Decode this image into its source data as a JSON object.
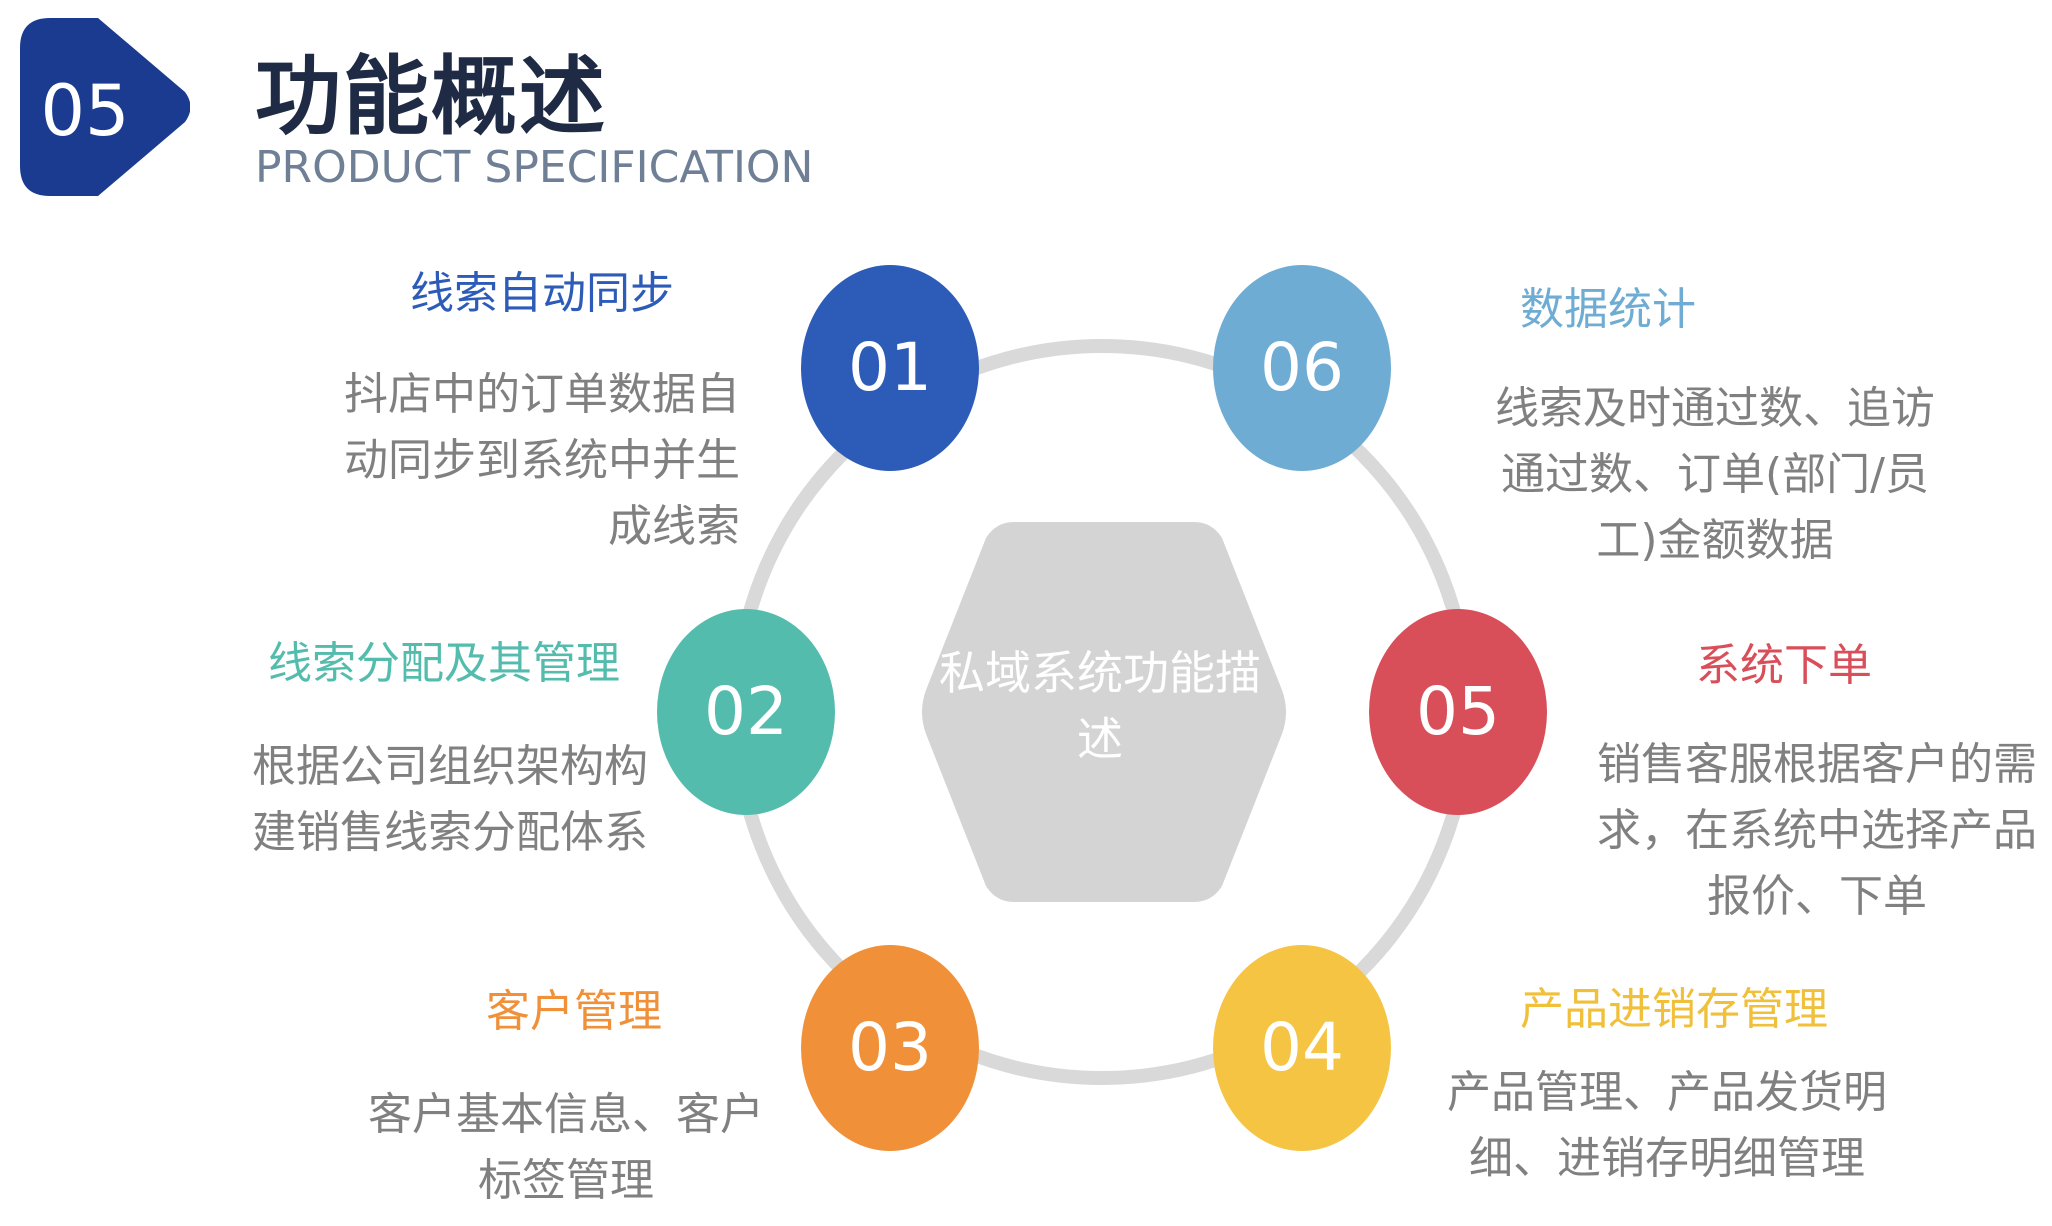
{
  "header": {
    "badge_number": "05",
    "title": "功能概述",
    "subtitle": "PRODUCT SPECIFICATION"
  },
  "colors": {
    "badge": "#1a3b8f",
    "ring": "#d9d9d9",
    "hexagon": "#d4d4d4",
    "node_01": "#2c5bb8",
    "node_02": "#53bcad",
    "node_03": "#f0913a",
    "node_04": "#f6c443",
    "node_05": "#d84e59",
    "node_06": "#6eacd3",
    "description_text": "#808080"
  },
  "center_label": "私域系统功能描述",
  "nodes": [
    {
      "number": "01",
      "title": "线索自动同步",
      "description": "抖店中的订单数据自动同步到系统中并生成线索"
    },
    {
      "number": "02",
      "title": "线索分配及其管理",
      "description": "根据公司组织架构构建销售线索分配体系"
    },
    {
      "number": "03",
      "title": "客户管理",
      "description": "客户基本信息、客户标签管理"
    },
    {
      "number": "04",
      "title": "产品进销存管理",
      "description": "产品管理、产品发货明细、进销存明细管理"
    },
    {
      "number": "05",
      "title": "系统下单",
      "description": "销售客服根据客户的需求，在系统中选择产品报价、下单"
    },
    {
      "number": "06",
      "title": "数据统计",
      "description": "线索及时通过数、追访通过数、订单(部门/员工)金额数据"
    }
  ]
}
